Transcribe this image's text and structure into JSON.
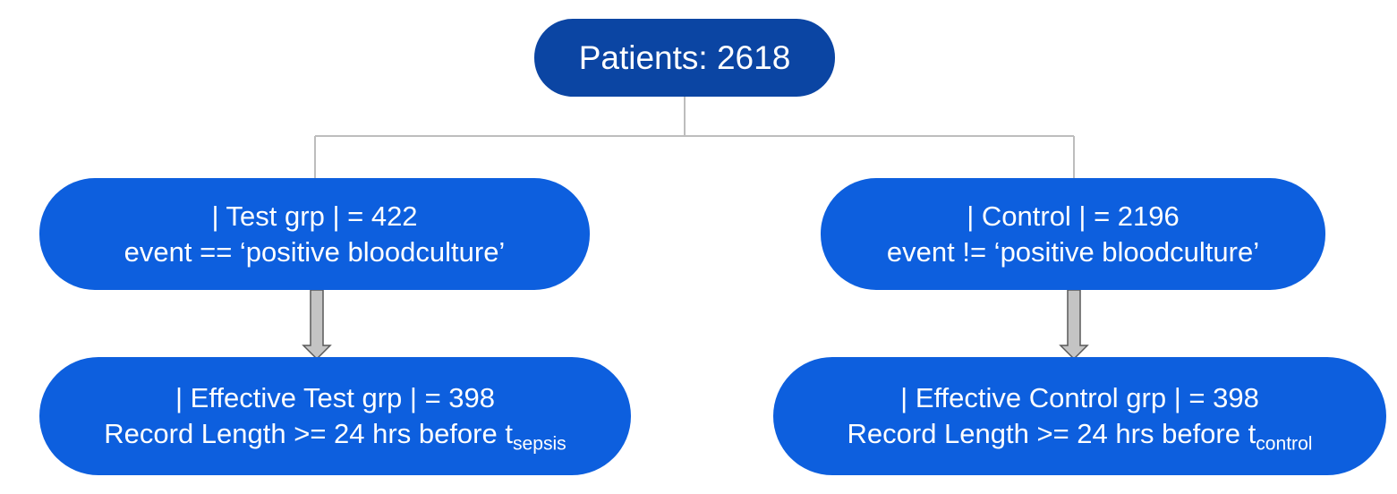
{
  "colors": {
    "root_fill": "#0b45a3",
    "node_fill": "#0d5fde",
    "connector": "#bdbdbd",
    "arrow_fill": "#c4c4c4",
    "arrow_stroke": "#595959"
  },
  "root": {
    "label": "Patients: 2618"
  },
  "test_group": {
    "line1": "| Test grp | = 422",
    "line2": "event == ‘positive bloodculture’"
  },
  "control_group": {
    "line1": "| Control | = 2196",
    "line2": "event != ‘positive bloodculture’"
  },
  "effective_test": {
    "line1": "| Effective Test grp | = 398",
    "line2_main": "Record Length >= 24 hrs before t",
    "line2_sub": "sepsis"
  },
  "effective_control": {
    "line1": "| Effective Control grp | = 398",
    "line2_main": "Record Length >= 24 hrs before t",
    "line2_sub": "control"
  }
}
